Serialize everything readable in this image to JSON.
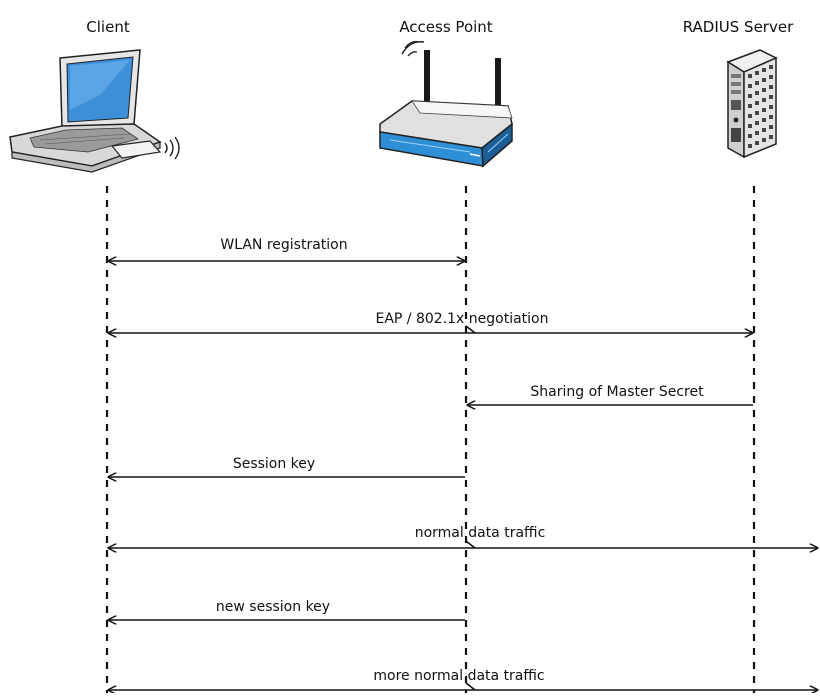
{
  "participants": [
    {
      "id": "client",
      "label": "Client",
      "icon": "laptop-icon"
    },
    {
      "id": "ap",
      "label": "Access Point",
      "icon": "wireless-router-icon"
    },
    {
      "id": "radius",
      "label": "RADIUS Server",
      "icon": "server-tower-icon"
    }
  ],
  "messages": [
    {
      "id": "wlan-registration",
      "label": "WLAN registration",
      "from": "client",
      "to": "ap",
      "direction": "both"
    },
    {
      "id": "eap-negotiation",
      "label": "EAP / 802.1x negotiation",
      "from": "client",
      "to": "radius",
      "direction": "both"
    },
    {
      "id": "master-secret",
      "label": "Sharing of Master Secret",
      "from": "radius",
      "to": "ap",
      "direction": "forward"
    },
    {
      "id": "session-key",
      "label": "Session key",
      "from": "ap",
      "to": "client",
      "direction": "forward"
    },
    {
      "id": "normal-data",
      "label": "normal data traffic",
      "from": "client",
      "to": "edge",
      "direction": "both"
    },
    {
      "id": "new-session-key",
      "label": "new session key",
      "from": "ap",
      "to": "client",
      "direction": "forward"
    },
    {
      "id": "more-normal-data",
      "label": "more normal data traffic",
      "from": "client",
      "to": "edge",
      "direction": "both"
    }
  ],
  "colors": {
    "line": "#111111",
    "device_blue": "#2f8fd6",
    "device_dark": "#1c5e96",
    "screen": "#3d8fd8",
    "body_gray": "#d8d8d8"
  }
}
